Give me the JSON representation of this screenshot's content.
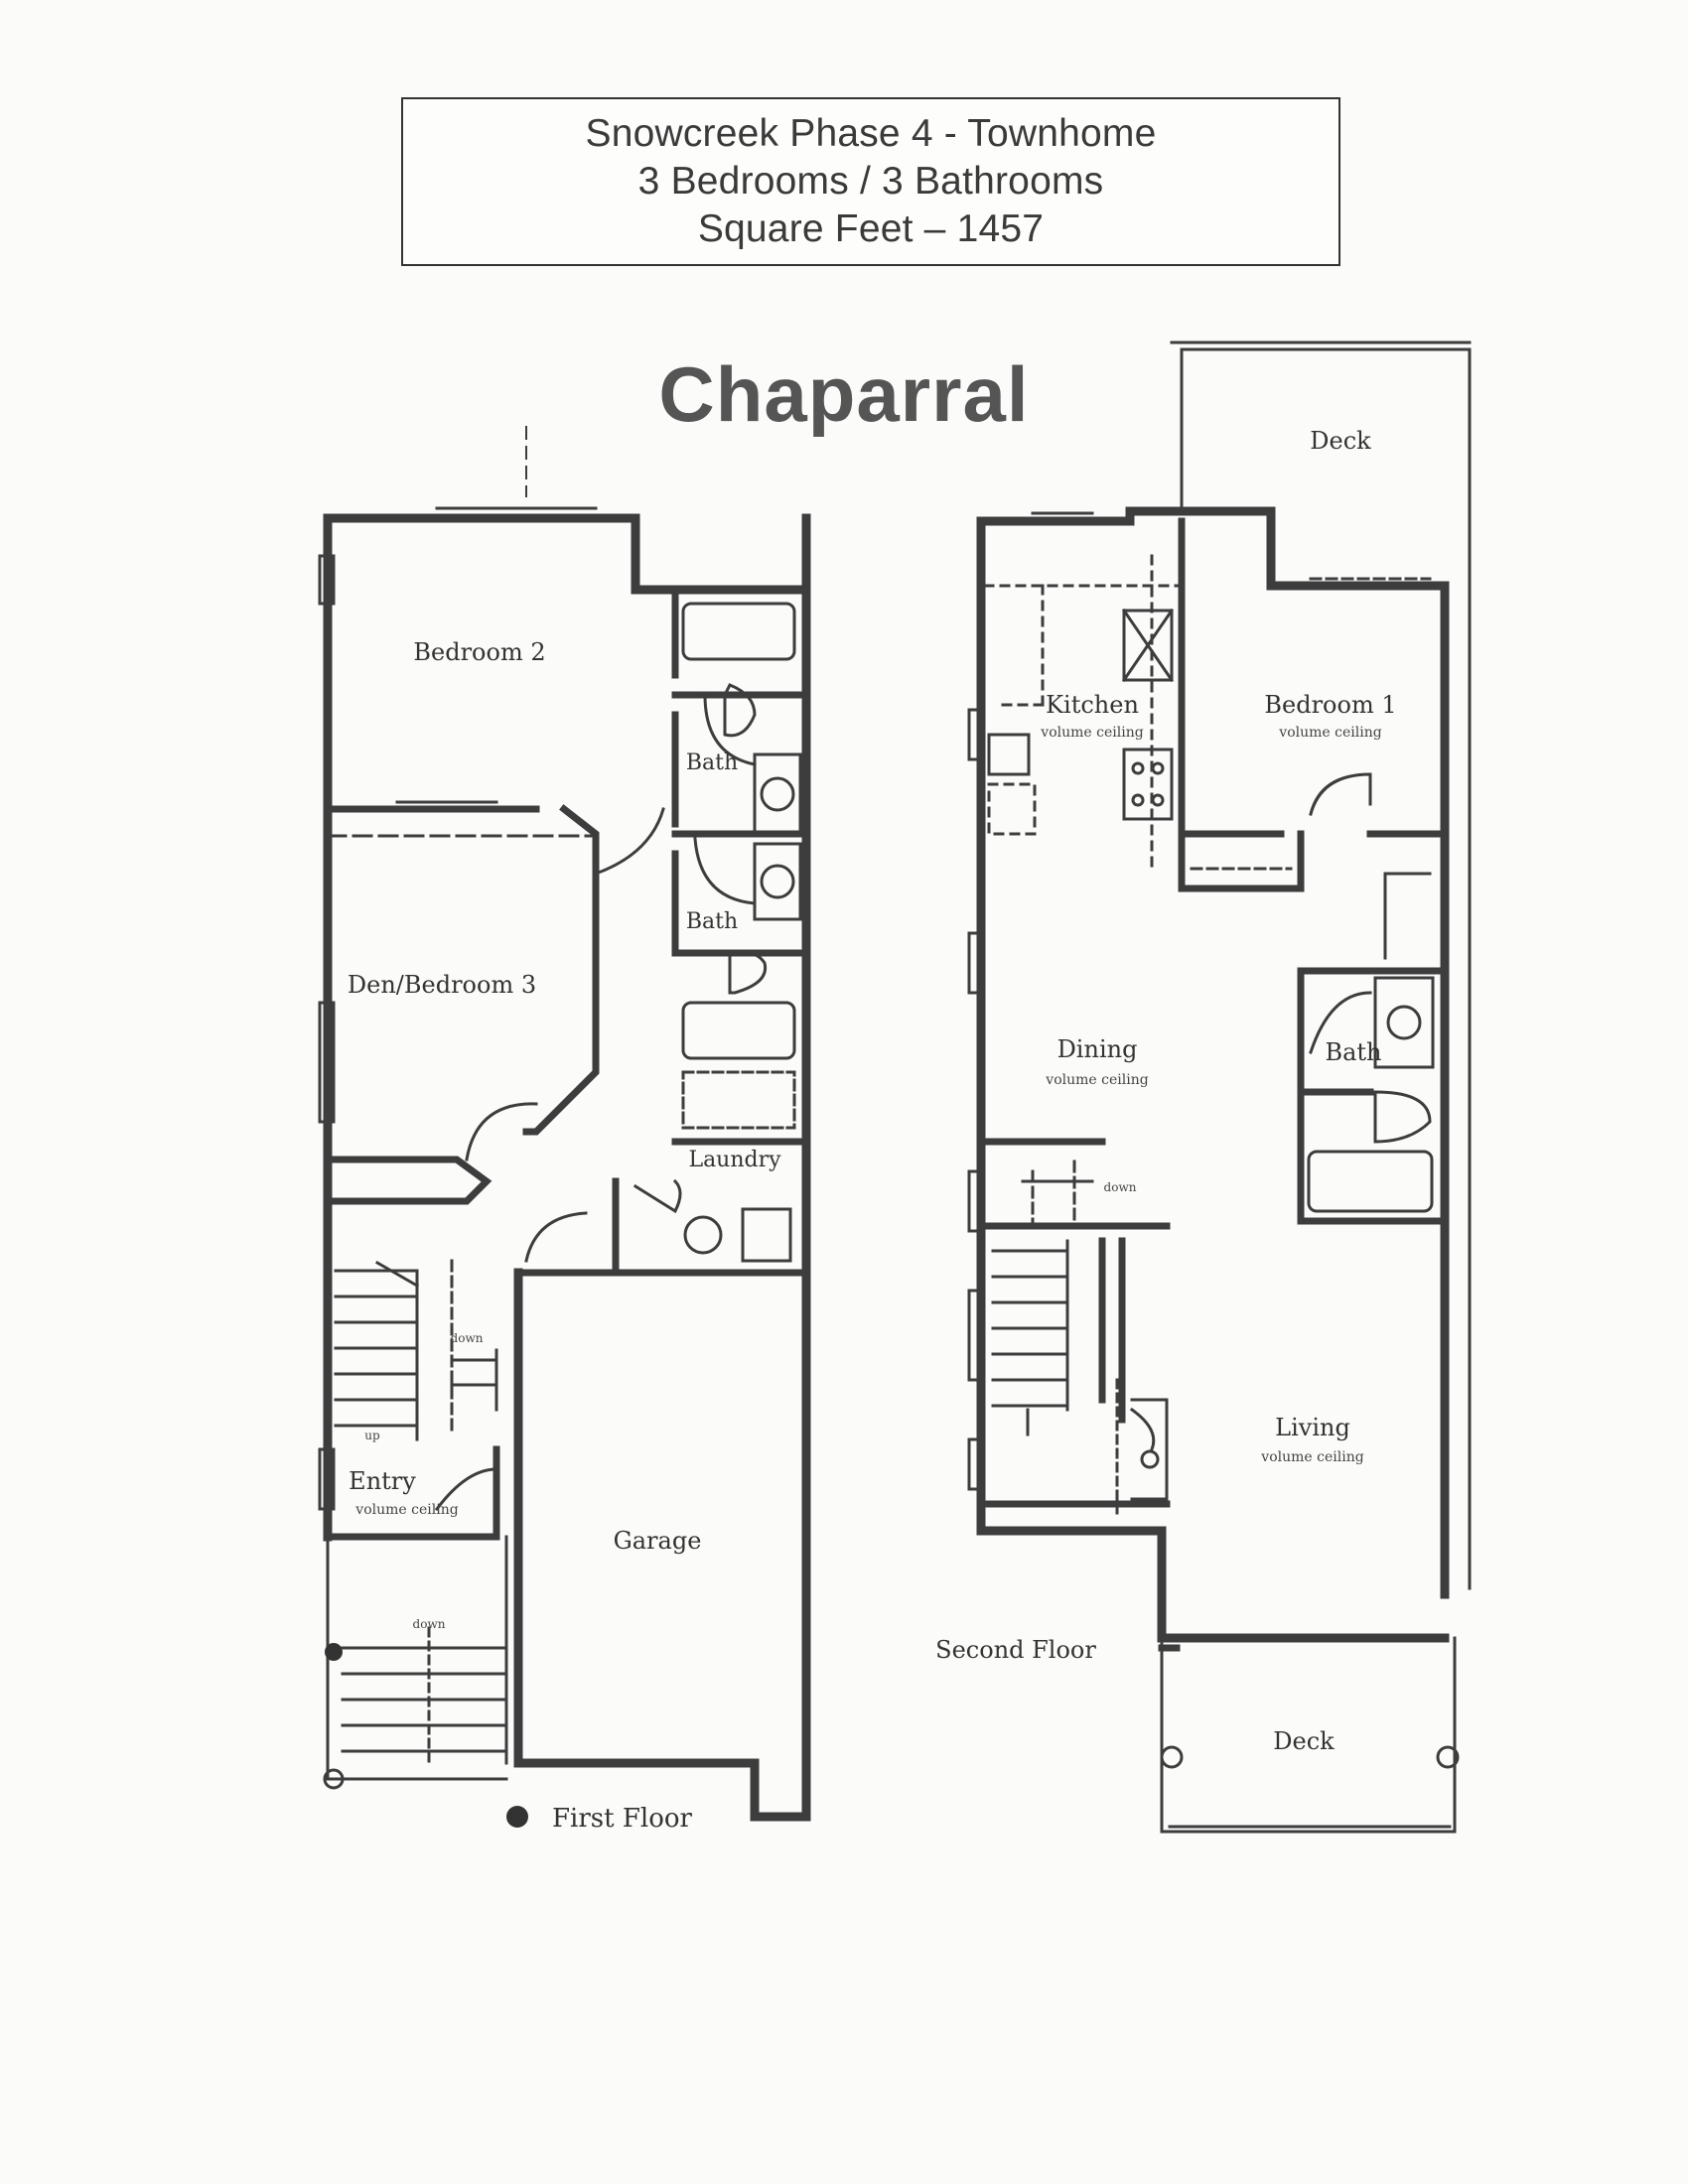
{
  "header": {
    "line1": "Snowcreek Phase 4 - Townhome",
    "line2": "3 Bedrooms / 3 Bathrooms",
    "line3": "Square Feet – 1457"
  },
  "plan_name": "Chaparral",
  "first_floor": {
    "label": "First Floor",
    "rooms": {
      "bedroom2": "Bedroom 2",
      "bath_upper": "Bath",
      "bath_lower": "Bath",
      "den": "Den/Bedroom 3",
      "laundry": "Laundry",
      "entry": "Entry",
      "entry_note": "volume ceiling",
      "garage": "Garage",
      "stair_up": "up",
      "stair_down": "down",
      "porch_down": "down"
    }
  },
  "second_floor": {
    "label": "Second Floor",
    "rooms": {
      "deck_top": "Deck",
      "kitchen": "Kitchen",
      "kitchen_note": "volume ceiling",
      "bedroom1": "Bedroom 1",
      "bedroom1_note": "volume ceiling",
      "dining": "Dining",
      "dining_note": "volume ceiling",
      "bath": "Bath",
      "stair_down": "down",
      "living": "Living",
      "living_note": "volume ceiling",
      "deck_bottom": "Deck"
    }
  },
  "colors": {
    "wall": "#3d3d3d",
    "paper": "#fbfbfa"
  }
}
